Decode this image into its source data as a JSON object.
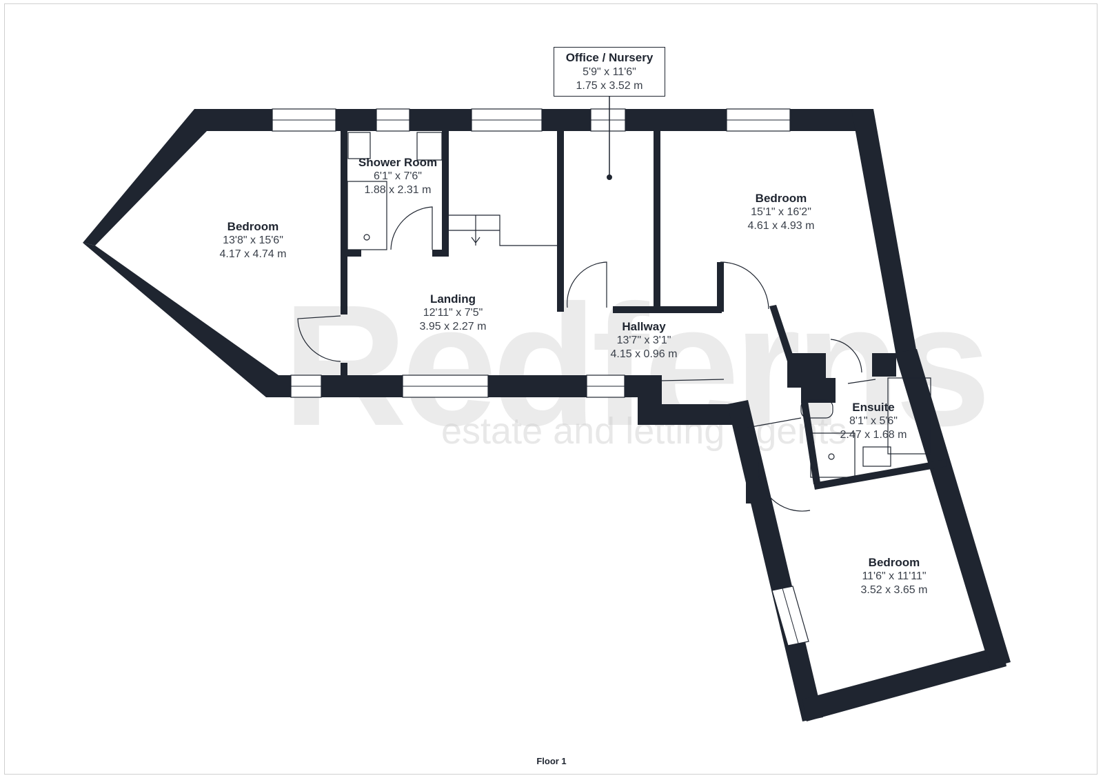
{
  "watermark": {
    "brand": "Redferns",
    "tagline": "estate and letting agents"
  },
  "rooms": [
    {
      "name": "Bedroom",
      "imperial": "13'8\" x 15'6\"",
      "metric": "4.17 x 4.74 m"
    },
    {
      "name": "Shower Room",
      "imperial": "6'1\" x 7'6\"",
      "metric": "1.88 x 2.31 m"
    },
    {
      "name": "Landing",
      "imperial": "12'11\" x 7'5\"",
      "metric": "3.95 x 2.27 m"
    },
    {
      "name": "Office /  Nursery",
      "imperial": "5'9\" x 11'6\"",
      "metric": "1.75 x 3.52 m"
    },
    {
      "name": "Bedroom",
      "imperial": "15'1\" x 16'2\"",
      "metric": "4.61 x 4.93 m"
    },
    {
      "name": "Hallway",
      "imperial": "13'7\" x 3'1\"",
      "metric": "4.15 x 0.96 m"
    },
    {
      "name": "Ensuite",
      "imperial": "8'1\" x 5'6\"",
      "metric": "2.47 x 1.68 m"
    },
    {
      "name": "Bedroom",
      "imperial": "11'6\" x 11'11\"",
      "metric": "3.52 x 3.65 m"
    }
  ],
  "floor_label": "Floor 1",
  "colors": {
    "wall": "#1f2530",
    "background": "#ffffff",
    "watermark": "#cdcdcd"
  }
}
